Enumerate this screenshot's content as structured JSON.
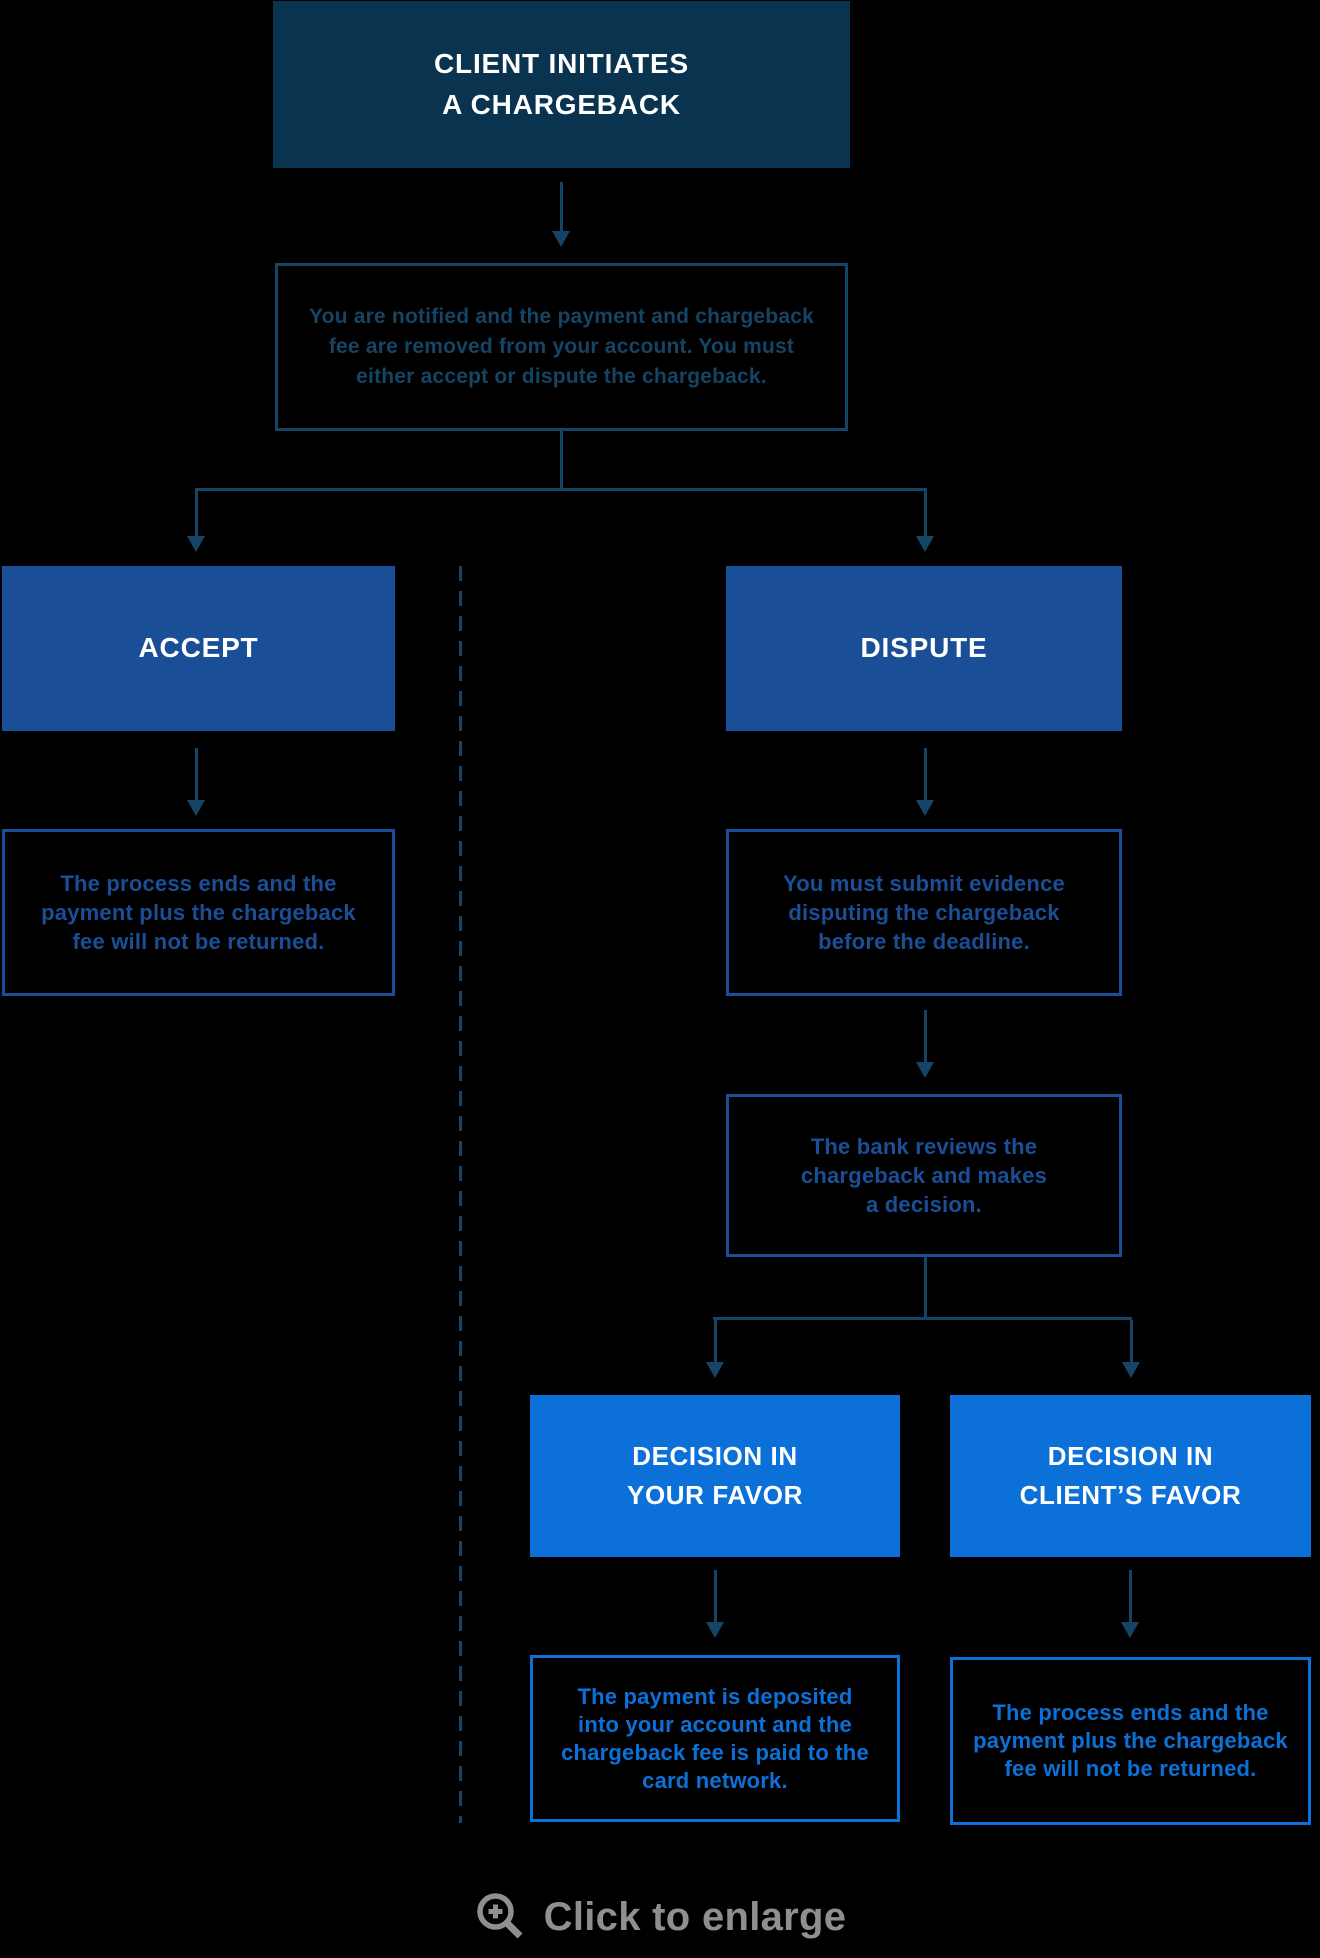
{
  "palette": {
    "navy_fill": "#0a334f",
    "navy_line": "#164464",
    "mid_blue": "#1a4f97",
    "bright_blue": "#0b71d8",
    "gray": "#8f8f8f",
    "background": "#000000",
    "box_text_light": "#ffffff"
  },
  "flowchart": {
    "start": {
      "label": "CLIENT INITIATES\nA CHARGEBACK"
    },
    "notify": {
      "text": "You are notified and the payment and chargeback\nfee are removed from your account. You must\neither accept or dispute the chargeback."
    },
    "accept_branch": {
      "header": "ACCEPT",
      "outcome": "The process ends and the\npayment plus the chargeback\nfee will not be returned."
    },
    "dispute_branch": {
      "header": "DISPUTE",
      "evidence": "You must submit evidence\ndisputing the chargeback\nbefore the deadline.",
      "review": "The bank reviews the\nchargeback and makes\na decision.",
      "your_favor": {
        "header": "DECISION IN\nYOUR FAVOR",
        "outcome": "The payment is deposited\ninto your account and the\nchargeback fee is paid to the\ncard network."
      },
      "clients_favor": {
        "header": "DECISION IN\nCLIENT’S FAVOR",
        "outcome": "The process ends and the\npayment plus the chargeback\nfee will not be returned."
      }
    },
    "enlarge": {
      "label": "Click to enlarge",
      "icon": "magnifier-plus"
    }
  }
}
